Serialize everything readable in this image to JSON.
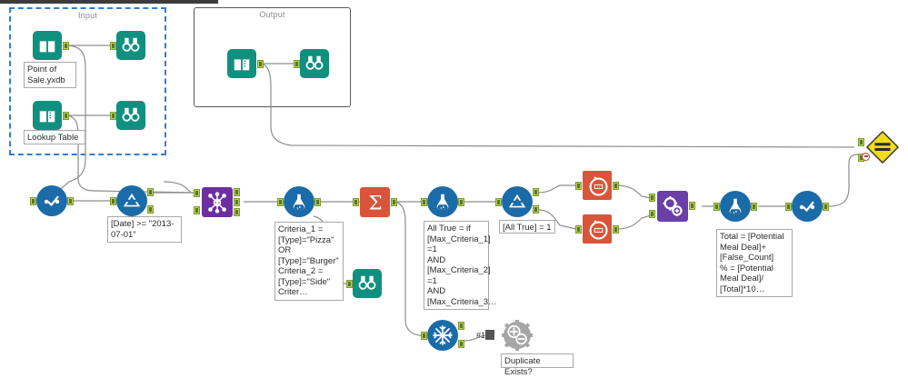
{
  "app": {
    "title": "Alteryx Workflow Canvas",
    "background": "#ffffff",
    "wire_color": "#8d8d8d"
  },
  "containers": [
    {
      "name": "input-container",
      "label": "Input",
      "selected": true,
      "border_color": "#2f7fd0"
    },
    {
      "name": "output-container",
      "label": "Output",
      "selected": false,
      "border_color": "#555a5e"
    }
  ],
  "palette": {
    "teal": "#10907f",
    "blue": "#1a6ba8",
    "purple": "#6b2fa0",
    "orange": "#d9543a",
    "yellow": "#f2dd1c",
    "gray": "#9a9a9a",
    "port_green": "#b3d35a",
    "error_red": "#c0392b"
  },
  "tools": [
    {
      "id": "input1",
      "name": "input-data-tool-point-of-sale",
      "icon": "input-data-icon",
      "color": "teal"
    },
    {
      "id": "browse1",
      "name": "browse-tool-1",
      "icon": "browse-icon",
      "color": "teal"
    },
    {
      "id": "input2",
      "name": "input-data-tool-lookup-table",
      "icon": "input-data-icon",
      "color": "teal"
    },
    {
      "id": "browse2",
      "name": "browse-tool-2",
      "icon": "browse-icon",
      "color": "teal"
    },
    {
      "id": "input3",
      "name": "input-data-tool-output",
      "icon": "input-data-icon",
      "color": "teal"
    },
    {
      "id": "browse3",
      "name": "browse-tool-3",
      "icon": "browse-icon",
      "color": "teal"
    },
    {
      "id": "select1",
      "name": "select-tool-1",
      "icon": "select-check-icon",
      "color": "blue"
    },
    {
      "id": "filter1",
      "name": "filter-tool-date",
      "icon": "filter-icon",
      "color": "blue"
    },
    {
      "id": "join1",
      "name": "join-tool",
      "icon": "join-icon",
      "color": "purple"
    },
    {
      "id": "formula1",
      "name": "formula-tool-criteria",
      "icon": "formula-flask-icon",
      "color": "blue"
    },
    {
      "id": "browse4",
      "name": "browse-tool-4",
      "icon": "browse-icon",
      "color": "teal"
    },
    {
      "id": "summarize",
      "name": "summarize-tool",
      "icon": "sigma-icon",
      "color": "orange"
    },
    {
      "id": "formula2",
      "name": "formula-tool-all-true",
      "icon": "formula-flask-icon",
      "color": "blue"
    },
    {
      "id": "filter2",
      "name": "filter-tool-all-true",
      "icon": "filter-icon",
      "color": "blue"
    },
    {
      "id": "count1",
      "name": "count-records-tool-1",
      "icon": "count-records-icon",
      "color": "orange"
    },
    {
      "id": "count2",
      "name": "count-records-tool-2",
      "icon": "count-records-icon",
      "color": "orange"
    },
    {
      "id": "joinmulti",
      "name": "join-multiple-tool",
      "icon": "gears-icon",
      "color": "purple"
    },
    {
      "id": "formula3",
      "name": "formula-tool-total",
      "icon": "formula-flask-icon",
      "color": "blue"
    },
    {
      "id": "select2",
      "name": "select-tool-2",
      "icon": "select-check-icon",
      "color": "blue"
    },
    {
      "id": "test1",
      "name": "test-tool",
      "icon": "test-diamond-icon",
      "color": "yellow",
      "error": true
    },
    {
      "id": "unique1",
      "name": "unique-tool",
      "icon": "snowflake-icon",
      "color": "blue"
    },
    {
      "id": "message1",
      "name": "message-tool-duplicate-exists",
      "icon": "message-gear-icon",
      "color": "gray"
    }
  ],
  "annotations": {
    "point_of_sale": "Point of\nSale.yxdb",
    "lookup_table": "Lookup Table",
    "date_filter": "[Date] >= \"2013-\n07-01\"",
    "criteria_formula": "Criteria_1 =\n[Type]=\"Pizza\"\nOR\n[Type]=\"Burger\"\nCriteria_2 =\n[Type]=\"Side\"\nCriter…",
    "all_true_formula": "All True = if\n[Max_Criteria_1]\n=1\nAND\n[Max_Criteria_2]\n=1\nAND\n[Max_Criteria_3…",
    "all_true_filter": "[All True] = 1",
    "total_formula": "Total = [Potential\nMeal Deal]+\n[False_Count]\n% = [Potential\nMeal Deal]/\n[Total]*10…",
    "duplicate_exists": "Duplicate Exists?",
    "unique_connection_label": "#1"
  }
}
